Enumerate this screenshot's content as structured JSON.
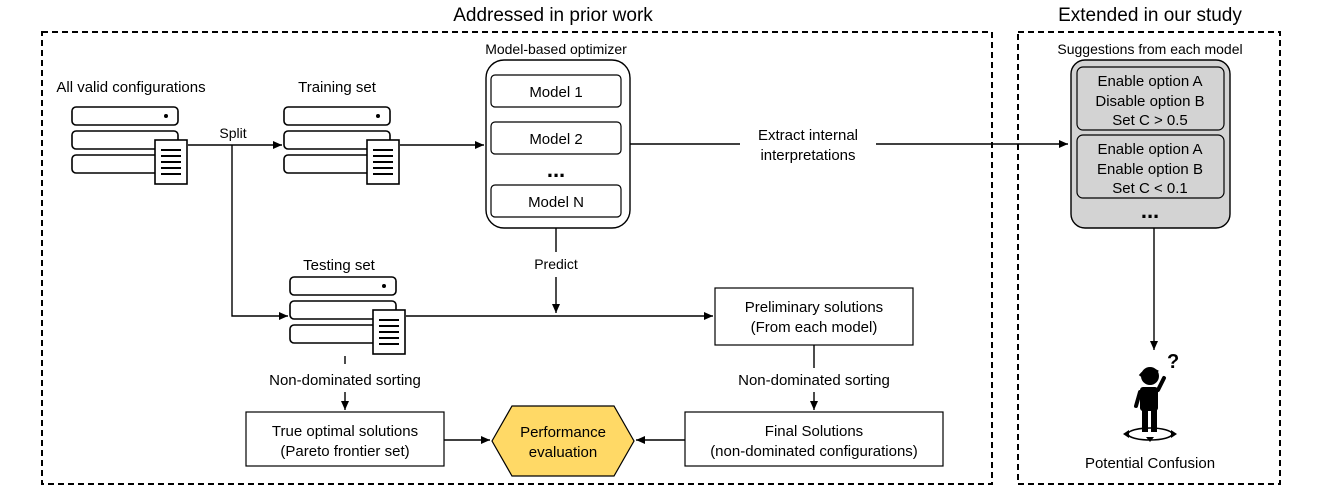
{
  "regions": {
    "prior_work": "Addressed in prior work",
    "our_study": "Extended in our study"
  },
  "nodes": {
    "all_configs": "All valid configurations",
    "split": "Split",
    "training_set": "Training set",
    "testing_set": "Testing set",
    "optimizer_title": "Model-based optimizer",
    "models": [
      "Model 1",
      "Model 2",
      "Model N"
    ],
    "ellipsis": "...",
    "extract_line1": "Extract internal",
    "extract_line2": "interpretations",
    "predict": "Predict",
    "preliminary_line1": "Preliminary solutions",
    "preliminary_line2": "(From each model)",
    "nds_left": "Non-dominated sorting",
    "nds_right": "Non-dominated sorting",
    "true_opt_line1": "True optimal solutions",
    "true_opt_line2": "(Pareto frontier set)",
    "perf_line1": "Performance",
    "perf_line2": "evaluation",
    "final_line1": "Final Solutions",
    "final_line2": "(non-dominated configurations)",
    "suggestions_title": "Suggestions from each model",
    "suggestion_groups": [
      [
        "Enable option A",
        "Disable option B",
        "Set C > 0.5"
      ],
      [
        "Enable option A",
        "Enable option B",
        "Set C < 0.1"
      ]
    ],
    "potential_confusion": "Potential Confusion",
    "question_mark": "?"
  },
  "colors": {
    "perf_fill": "#FFD966",
    "suggestion_fill": "#D3D3D3",
    "line": "#000000"
  }
}
